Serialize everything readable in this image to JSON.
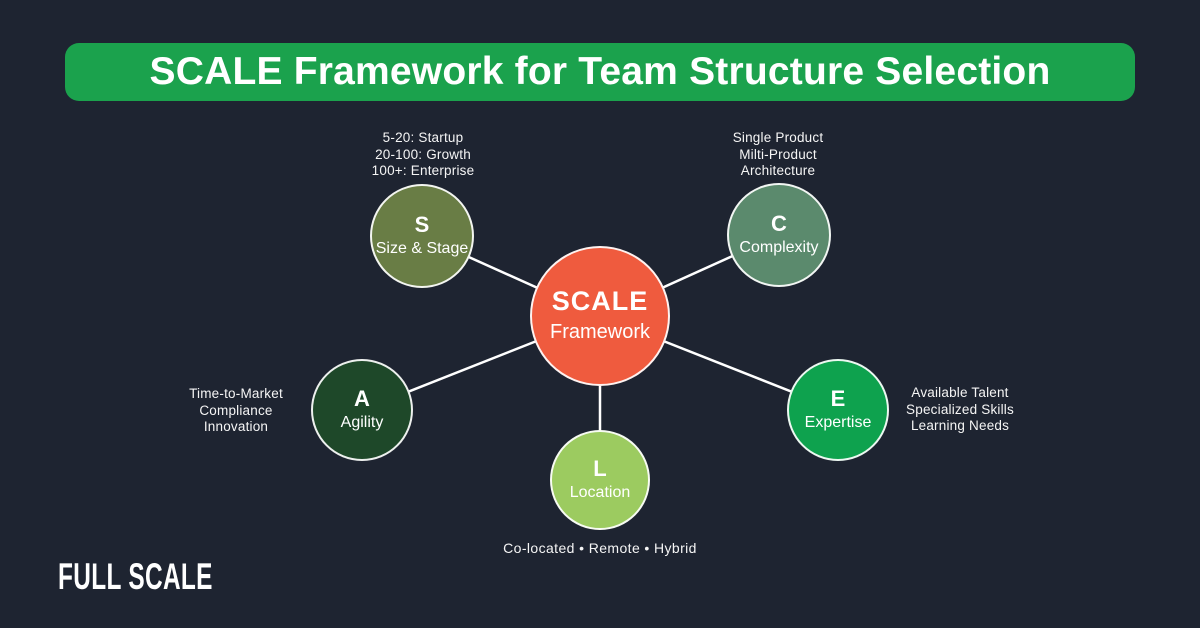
{
  "colors": {
    "background": "#1E2431",
    "banner_green": "#1BA24D",
    "center_orange": "#EF5B3E",
    "size_stage_olive": "#697D45",
    "complexity_sage": "#5B8A6D",
    "agility_forest": "#1E4829",
    "expertise_green": "#0EA24E",
    "location_lime": "#9CCB60",
    "text": "#FFFFFF"
  },
  "banner": {
    "title": "SCALE Framework for Team Structure Selection"
  },
  "center": {
    "title": "SCALE",
    "subtitle": "Framework"
  },
  "nodes": {
    "size_stage": {
      "letter": "S",
      "label": "Size & Stage",
      "annotation": [
        "5-20: Startup",
        "20-100: Growth",
        "100+: Enterprise"
      ]
    },
    "complexity": {
      "letter": "C",
      "label": "Complexity",
      "annotation": [
        "Single Product",
        "Milti-Product",
        "Architecture"
      ]
    },
    "agility": {
      "letter": "A",
      "label": "Agility",
      "annotation": [
        "Time-to-Market",
        "Compliance",
        "Innovation"
      ]
    },
    "expertise": {
      "letter": "E",
      "label": "Expertise",
      "annotation": [
        "Available Talent",
        "Specialized Skills",
        "Learning Needs"
      ]
    },
    "location": {
      "letter": "L",
      "label": "Location",
      "annotation": [
        "Co-located  •  Remote  •  Hybrid"
      ]
    }
  },
  "logo": {
    "text": "FULL SCALE"
  }
}
